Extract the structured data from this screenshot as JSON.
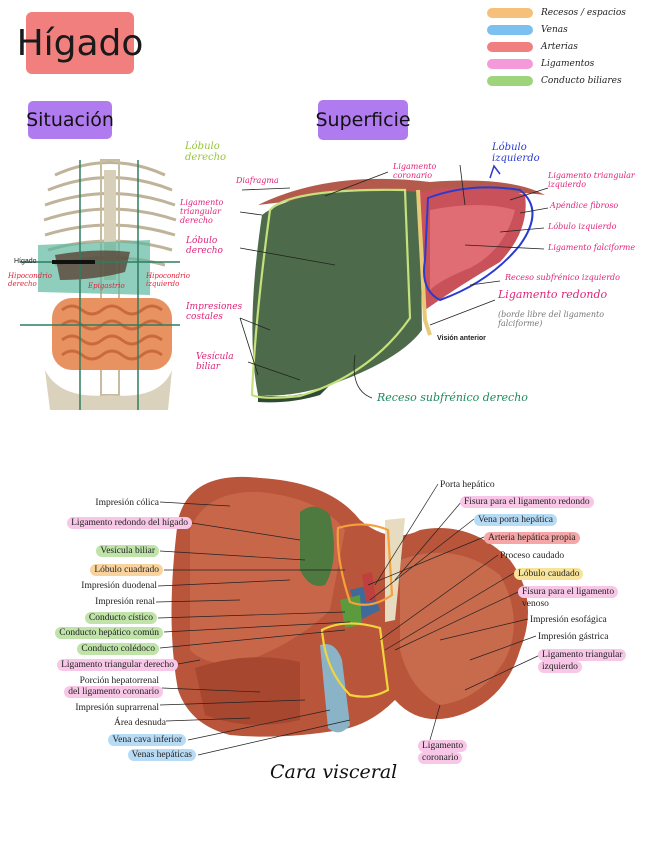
{
  "title": "Hígado",
  "sections": {
    "situacion": "Situación",
    "superficie": "Superficie"
  },
  "colors": {
    "recesos": "#f7c07a",
    "venas": "#7cc0f0",
    "arterias": "#f08080",
    "ligamentos": "#f49ad8",
    "conducto": "#9ed47c",
    "title_bg": "#f07f7e",
    "section_bg": "#b17bf0"
  },
  "legend": [
    {
      "label": "Recesos / espacios",
      "color": "#f7c07a"
    },
    {
      "label": "Venas",
      "color": "#7cc0f0"
    },
    {
      "label": "Arterias",
      "color": "#f08080"
    },
    {
      "label": "Ligamentos",
      "color": "#f49ad8"
    },
    {
      "label": "Conducto biliares",
      "color": "#9ed47c"
    }
  ],
  "situacion_labels": {
    "higado": "Hígado",
    "hipocondrio_der": "Hipocondrio derecho",
    "epigastrio": "Epigastrio",
    "hipocondrio_izq": "Hipocondrio izquierdo"
  },
  "superficie_labels": {
    "lobulo_derecho_top": "Lóbulo derecho",
    "diafragma": "Diafragma",
    "ligamento_coronario": "Ligamento coronario",
    "lobulo_izquierdo": "Lóbulo izquierdo",
    "ligamento_triangular_izq": "Ligamento triangular izquierdo",
    "apendice_fibroso": "Apéndice fibroso",
    "lobulo_izquierdo_2": "Lóbulo izquierdo",
    "ligamento_falciforme": "Ligamento falciforme",
    "ligamento_triangular_der": "Ligamento triangular derecho",
    "lobulo_derecho": "Lóbulo derecho",
    "receso_subfrenico_izq": "Receso subfrénico izquierdo",
    "ligamento_redondo": "Ligamento redondo",
    "ligamento_redondo_note": "(borde libre del ligamento falciforme)",
    "impresiones_costales": "Impresiones costales",
    "vesicula_biliar": "Vesícula biliar",
    "vision_anterior": "Visión anterior",
    "receso_subfrenico_der": "Receso subfrénico derecho"
  },
  "visceral_left": [
    {
      "text": "Impresión cólica",
      "hl": ""
    },
    {
      "text": "Ligamento redondo del hígado",
      "hl": "#f8c6e6"
    },
    {
      "text": "Vesícula biliar",
      "hl": "#bfe3a8"
    },
    {
      "text": "Lóbulo cuadrado",
      "hl": "#f9d39e"
    },
    {
      "text": "Impresión duodenal",
      "hl": ""
    },
    {
      "text": "Impresión renal",
      "hl": ""
    },
    {
      "text": "Conducto cístico",
      "hl": "#bfe3a8"
    },
    {
      "text": "Conducto hepático común",
      "hl": "#bfe3a8"
    },
    {
      "text": "Conducto colédoco",
      "hl": "#bfe3a8"
    },
    {
      "text": "Ligamento triangular derecho",
      "hl": "#f8c6e6"
    },
    {
      "text": "Porción hepatorrenal",
      "hl": ""
    },
    {
      "text": "del ligamento coronario",
      "hl": "#f8c6e6"
    },
    {
      "text": "Impresión suprarrenal",
      "hl": ""
    },
    {
      "text": "Área desnuda",
      "hl": ""
    },
    {
      "text": "Vena cava inferior",
      "hl": "#b7dbf5"
    },
    {
      "text": "Venas hepáticas",
      "hl": "#b7dbf5"
    }
  ],
  "visceral_right": [
    {
      "text": "Porta hepático",
      "hl": ""
    },
    {
      "text": "Fisura para el ligamento redondo",
      "hl": "#f8c6e6"
    },
    {
      "text": "Vena porta hepática",
      "hl": "#b7dbf5"
    },
    {
      "text": "Arteria hepática propia",
      "hl": "#f5a6a6"
    },
    {
      "text": "Proceso caudado",
      "hl": ""
    },
    {
      "text": "Lóbulo caudado",
      "hl": "#f7e49a"
    },
    {
      "text": "Fisura para el ligamento",
      "hl": "#f8c6e6"
    },
    {
      "text": "venoso",
      "hl": ""
    },
    {
      "text": "Impresión esofágica",
      "hl": ""
    },
    {
      "text": "Impresión gástrica",
      "hl": ""
    },
    {
      "text": "Ligamento triangular",
      "hl": "#f8c6e6"
    },
    {
      "text": "izquierdo",
      "hl": "#f8c6e6"
    },
    {
      "text": "Ligamento",
      "hl": "#f8c6e6"
    },
    {
      "text": "coronario",
      "hl": "#f8c6e6"
    }
  ],
  "cara_visceral": "Cara visceral"
}
